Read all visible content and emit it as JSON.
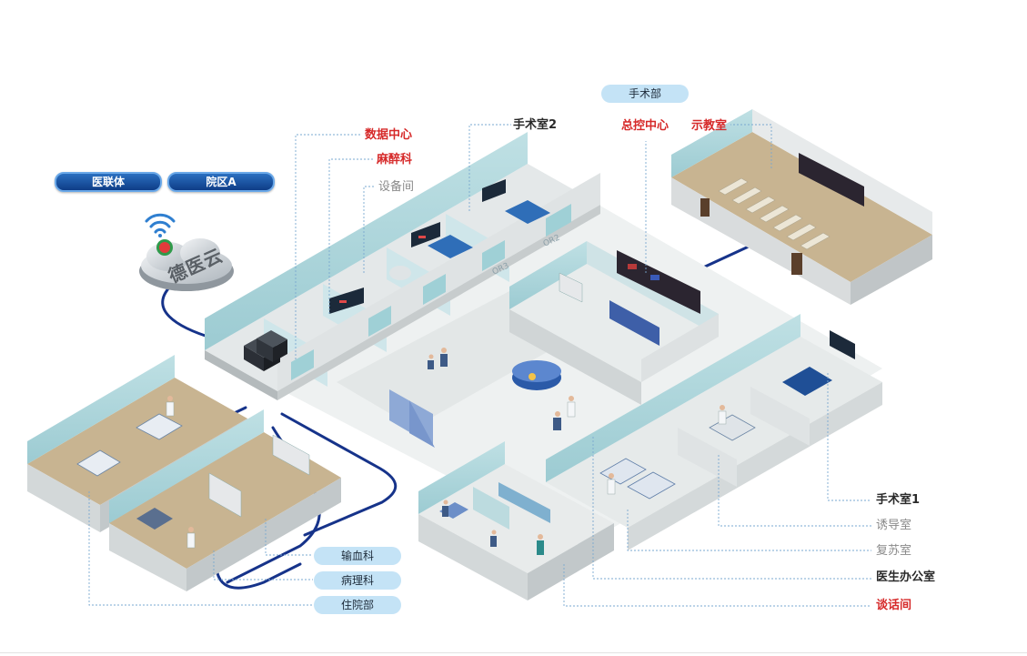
{
  "top_labels": {
    "surgery_dept": "手术部",
    "data_center": "数据中心",
    "anesthesia": "麻醉科",
    "equipment_room": "设备间",
    "or2_title": "手术室2",
    "control_center": "总控中心",
    "teaching_room": "示教室"
  },
  "left_pills": {
    "alliance": "医联体",
    "campus_a": "院区A"
  },
  "cloud": {
    "brand": "德医云"
  },
  "room_tags": {
    "or3": "OR3",
    "or2": "OR2"
  },
  "right_labels": {
    "or1": "手术室1",
    "induction": "诱导室",
    "recovery": "复苏室",
    "doctor_office": "医生办公室",
    "talk_room": "谈话间"
  },
  "bottom_pills": {
    "transfusion": "输血科",
    "pathology": "病理科",
    "inpatient": "住院部"
  },
  "colors": {
    "connection_line": "#16338a",
    "green_link": "#3c9a5a",
    "red_label": "#d62a2a",
    "pill_dark": "#0e3d87",
    "pill_light": "#c4e3f6",
    "wall_teal": "#a9d4da",
    "floor": "#e9ecec"
  }
}
